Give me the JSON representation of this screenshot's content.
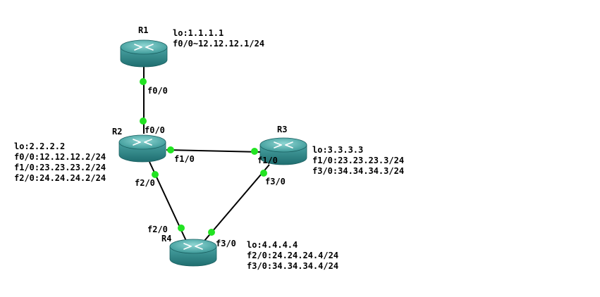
{
  "routers": {
    "r1": {
      "name": "R1",
      "loopback": "lo:1.1.1.1",
      "if1": "f0/0~12.12.12.1/24"
    },
    "r2": {
      "name": "R2",
      "loopback": "lo:2.2.2.2",
      "if1": "f0/0:12.12.12.2/24",
      "if2": "f1/0:23.23.23.2/24",
      "if3": "f2/0:24.24.24.2/24"
    },
    "r3": {
      "name": "R3",
      "loopback": "lo:3.3.3.3",
      "if1": "f1/0:23.23.23.3/24",
      "if2": "f3/0:34.34.34.3/24"
    },
    "r4": {
      "name": "R4",
      "loopback": "lo:4.4.4.4",
      "if1": "f2/0:24.24.24.4/24",
      "if2": "f3/0:34.34.34.4/24"
    }
  },
  "ports": {
    "r1_f00": "f0/0",
    "r2_f00": "f0/0",
    "r2_f10": "f1/0",
    "r2_f20": "f2/0",
    "r3_f10": "f1/0",
    "r3_f30": "f3/0",
    "r4_f20": "f2/0",
    "r4_f30": "f3/0"
  },
  "colors": {
    "router_body": "#2f8a8c",
    "router_top": "#5fb7b6",
    "link": "#000000",
    "port_dot": "#22e322"
  }
}
